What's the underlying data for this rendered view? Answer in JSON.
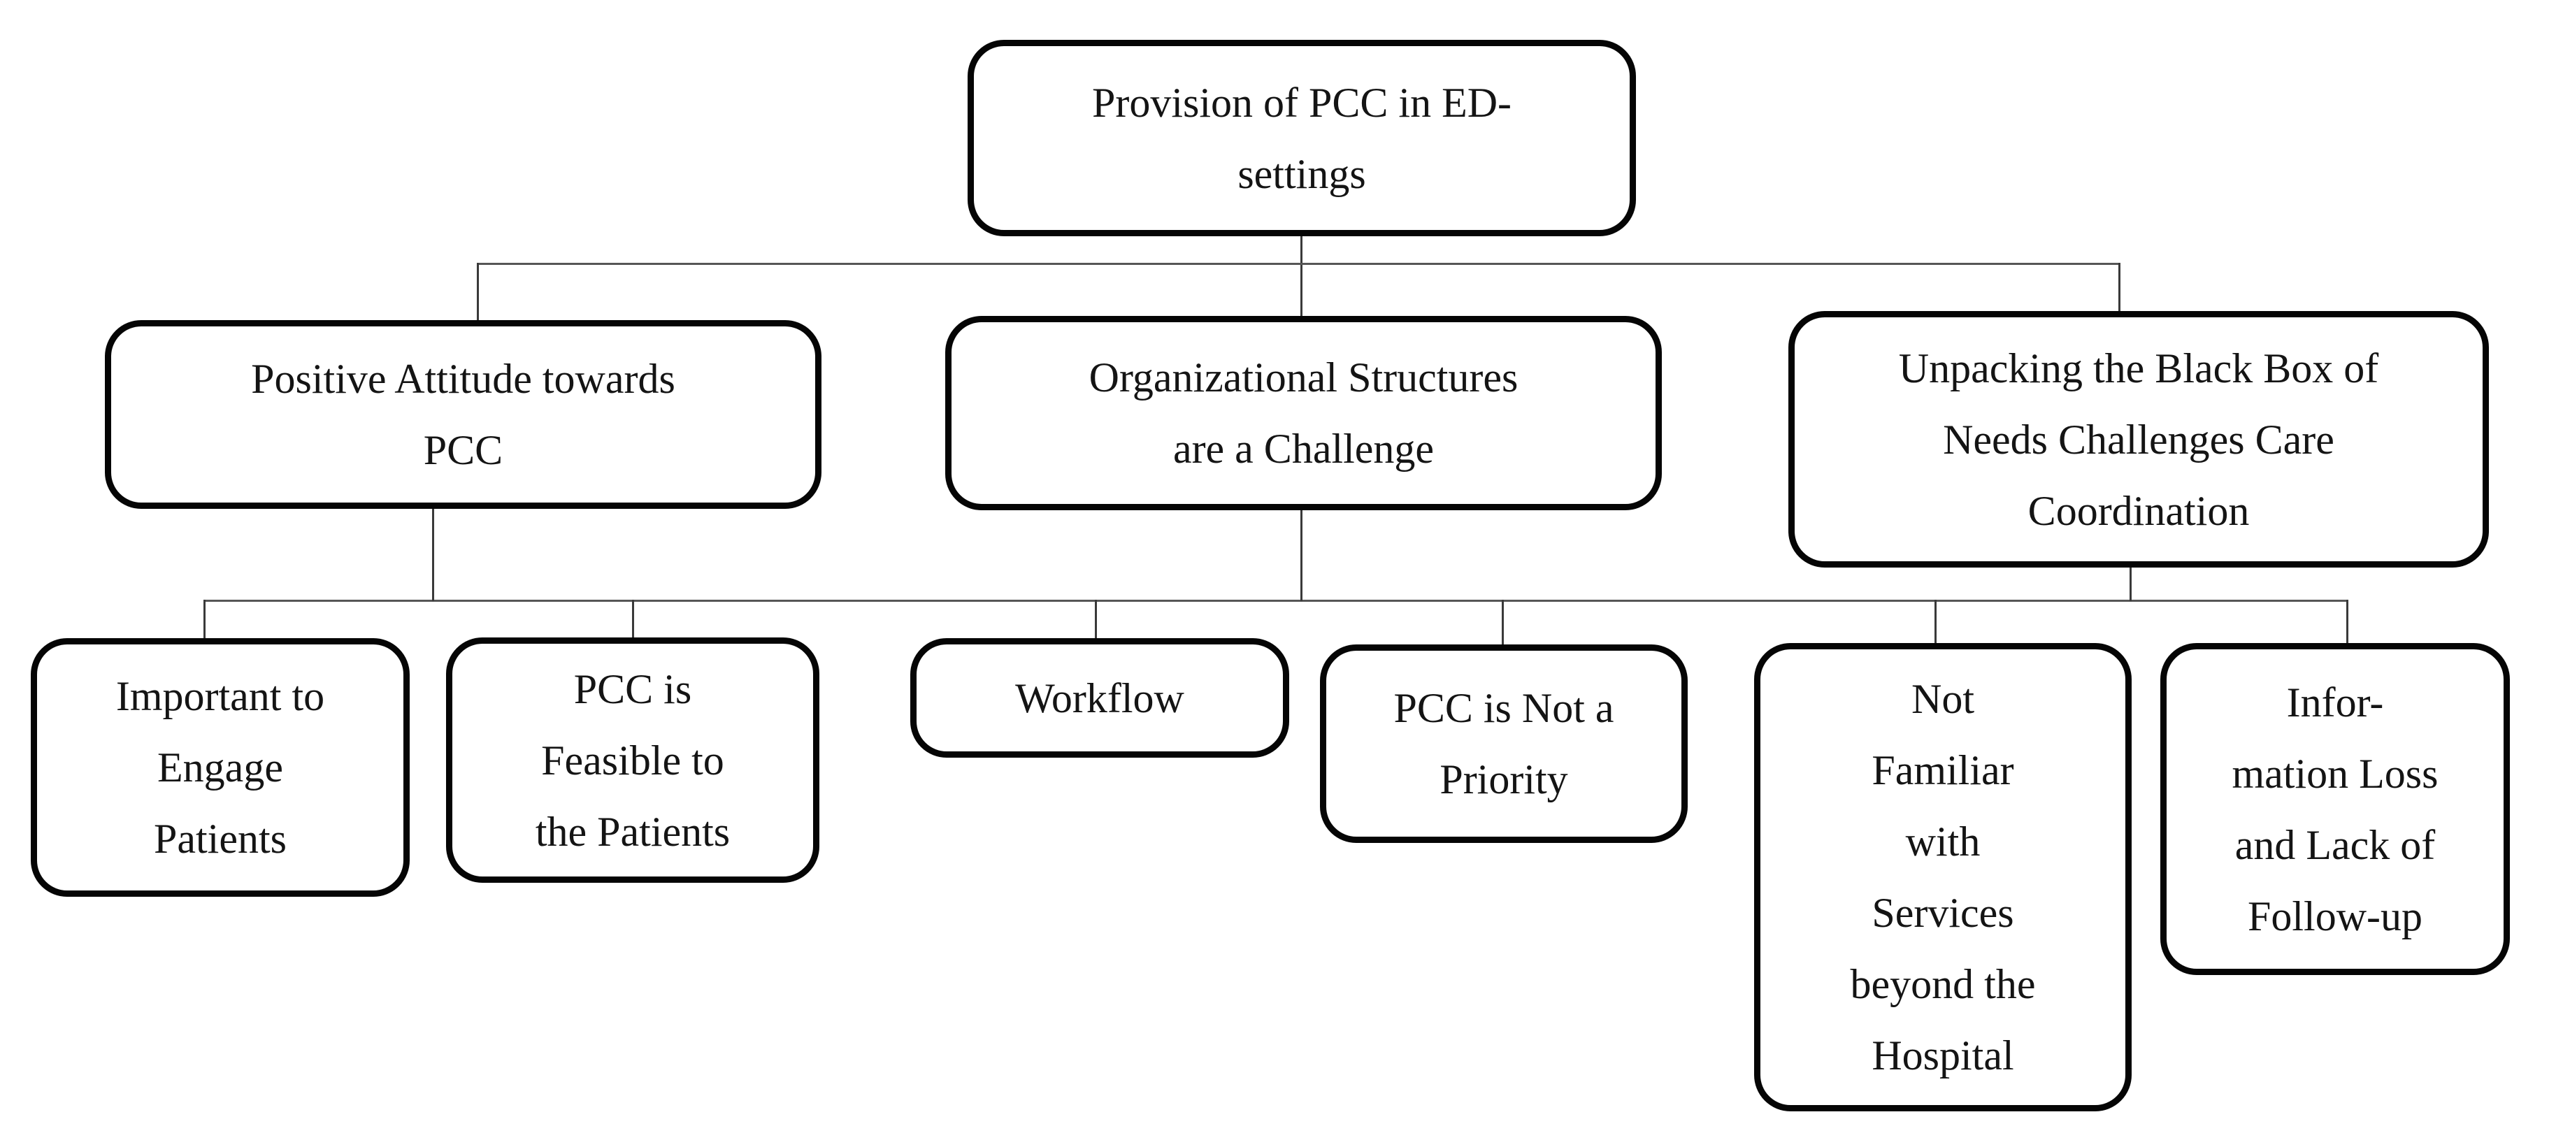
{
  "figure": {
    "colors": {
      "background": "#ffffff",
      "box_border": "#050505",
      "text": "#141414",
      "connector": "#4f4f4f"
    },
    "nodes": {
      "root": {
        "label": "Provision of PCC in ED-\nsettings"
      },
      "theme1": {
        "label": "Positive Attitude towards\nPCC"
      },
      "theme2": {
        "label": "Organizational Structures\nare a Challenge"
      },
      "theme3": {
        "label": "Unpacking the Black Box of\nNeeds Challenges Care\nCoordination"
      },
      "sub1": {
        "label": "Important to\nEngage\nPatients"
      },
      "sub2": {
        "label": "PCC is\nFeasible to\nthe Patients"
      },
      "sub3": {
        "label": "Workflow"
      },
      "sub4": {
        "label": "PCC is Not a\nPriority"
      },
      "sub5": {
        "label": "Not\nFamiliar\nwith\nServices\nbeyond the\nHospital"
      },
      "sub6": {
        "label": "Infor-\nmation Loss\nand Lack of\nFollow-up"
      }
    }
  }
}
